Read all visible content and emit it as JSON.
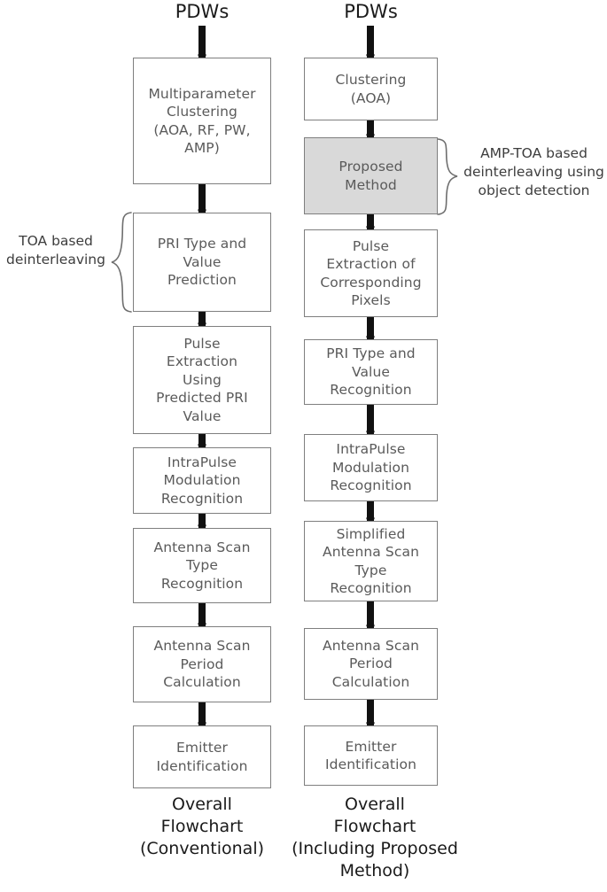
{
  "figure": {
    "type": "flowchart",
    "description": "Side-by-side comparison of conventional and proposed radar PDW deinterleaving flowcharts"
  },
  "columns": [
    {
      "id": "conventional",
      "header": "PDWs",
      "caption": "Overall\nFlowchart\n(Conventional)",
      "annotation": "TOA based\ndeinterleaving",
      "nodes": [
        {
          "id": "l1",
          "label": "Multiparameter\nClustering\n(AOA, RF, PW,\nAMP)",
          "shaded": false
        },
        {
          "id": "l2",
          "label": "PRI Type and\nValue\nPrediction",
          "shaded": false
        },
        {
          "id": "l3",
          "label": "Pulse\nExtraction\nUsing\nPredicted PRI\nValue",
          "shaded": false
        },
        {
          "id": "l4",
          "label": "IntraPulse\nModulation\nRecognition",
          "shaded": false
        },
        {
          "id": "l5",
          "label": "Antenna Scan\nType\nRecognition",
          "shaded": false
        },
        {
          "id": "l6",
          "label": "Antenna Scan\nPeriod\nCalculation",
          "shaded": false
        },
        {
          "id": "l7",
          "label": "Emitter\nIdentification",
          "shaded": false
        }
      ]
    },
    {
      "id": "proposed",
      "header": "PDWs",
      "caption": "Overall\nFlowchart\n(Including Proposed\nMethod)",
      "annotation": "AMP-TOA based\ndeinterleaving using\nobject detection",
      "nodes": [
        {
          "id": "r1",
          "label": "Clustering\n(AOA)",
          "shaded": false
        },
        {
          "id": "r2",
          "label": "Proposed\nMethod",
          "shaded": true
        },
        {
          "id": "r3",
          "label": "Pulse\nExtraction of\nCorresponding\nPixels",
          "shaded": false
        },
        {
          "id": "r4",
          "label": "PRI Type and\nValue\nRecognition",
          "shaded": false
        },
        {
          "id": "r5",
          "label": "IntraPulse\nModulation\nRecognition",
          "shaded": false
        },
        {
          "id": "r6",
          "label": "Simplified\nAntenna Scan\nType\nRecognition",
          "shaded": false
        },
        {
          "id": "r7",
          "label": "Antenna Scan\nPeriod\nCalculation",
          "shaded": false
        },
        {
          "id": "r8",
          "label": "Emitter\nIdentification",
          "shaded": false
        }
      ]
    }
  ],
  "colors": {
    "box_border": "#7f7f7f",
    "box_fill": "#ffffff",
    "shaded_fill": "#d9d9d9",
    "box_text": "#5a5a5a",
    "arrow": "#111111",
    "heading_text": "#1a1a1a",
    "annotation_text": "#3d3d3d",
    "background": "#ffffff"
  }
}
